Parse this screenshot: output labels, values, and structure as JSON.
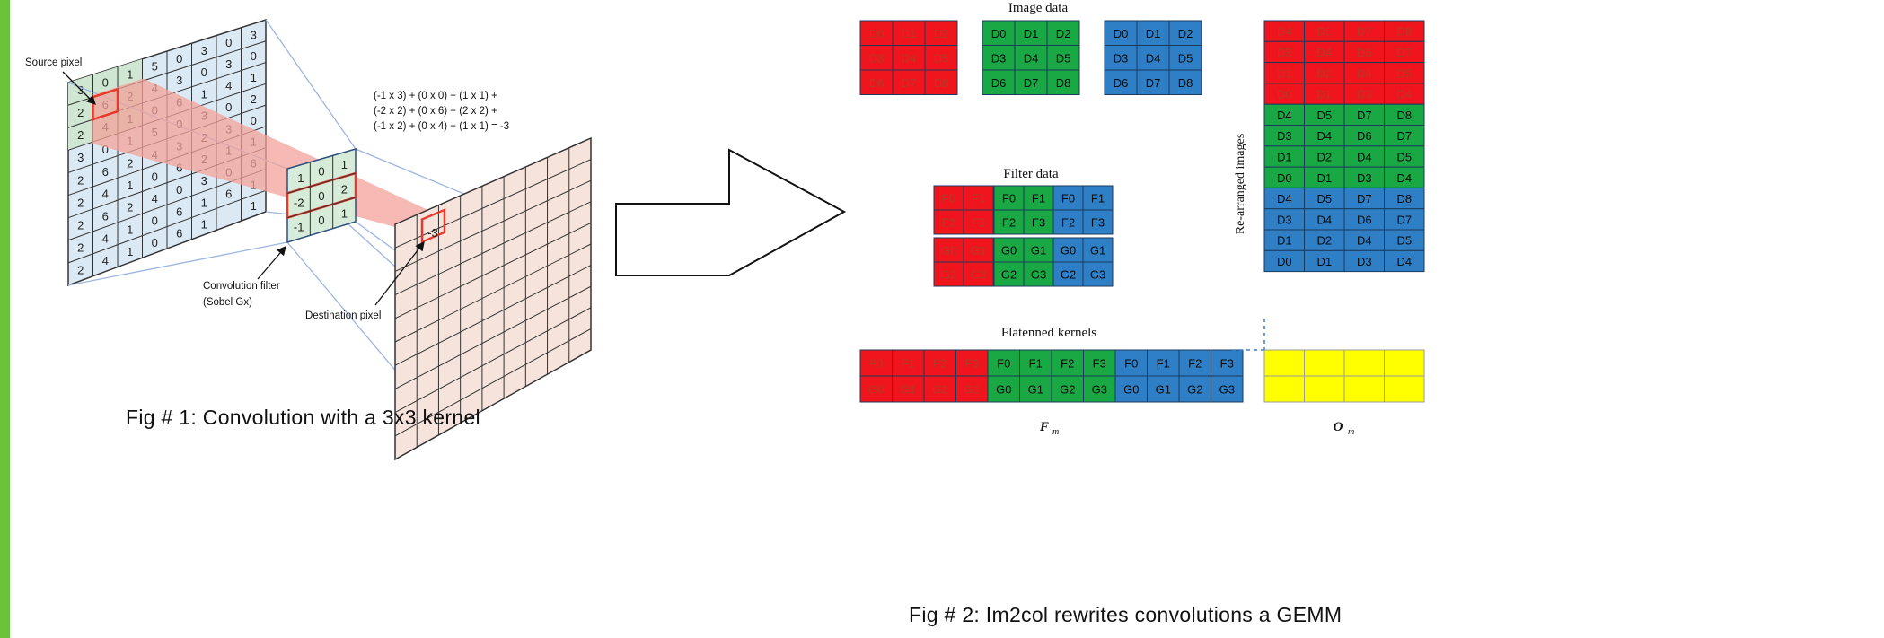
{
  "figure1": {
    "caption": "Fig # 1: Convolution with a 3x3 kernel",
    "source_label": "Source pixel",
    "filter_label_line1": "Convolution filter",
    "filter_label_line2": "(Sobel Gx)",
    "destination_label": "Destination pixel",
    "equation_lines": [
      "(-1 x 3) + (0 x 0) + (1 x 1) +",
      "(-2 x 2) + (0 x 6) + (2 x 2) +",
      "(-1 x 2) + (0 x 4) + (1 x 1)  = -3"
    ],
    "source_grid": [
      [
        "3",
        "0",
        "1",
        "5",
        "0",
        "3",
        "0",
        "3"
      ],
      [
        "2",
        "6",
        "2",
        "4",
        "3",
        "0",
        "3",
        "0"
      ],
      [
        "2",
        "4",
        "1",
        "0",
        "6",
        "1",
        "4",
        "1"
      ],
      [
        "3",
        "0",
        "1",
        "5",
        "0",
        "3",
        "0",
        "2"
      ],
      [
        "2",
        "6",
        "2",
        "4",
        "3",
        "2",
        "3",
        "0"
      ],
      [
        "2",
        "4",
        "1",
        "0",
        "6",
        "2",
        "1",
        "1"
      ],
      [
        "2",
        "6",
        "2",
        "4",
        "0",
        "3",
        "0",
        "6"
      ],
      [
        "2",
        "4",
        "1",
        "0",
        "6",
        "1",
        "6",
        "1"
      ],
      [
        "2",
        "4",
        "1",
        "0",
        "6",
        "1",
        "",
        "1"
      ]
    ],
    "kernel": [
      [
        "-1",
        "0",
        "1"
      ],
      [
        "-2",
        "0",
        "2"
      ],
      [
        "-1",
        "0",
        "1"
      ]
    ],
    "destination_value": "-3",
    "colors": {
      "source_bg": "#dbe9f4",
      "kernel_bg": "#d6ecd9",
      "dest_bg": "#f6e3dc",
      "highlight": "#e53a2d",
      "beam": "#f3a19a",
      "frame": "#9bb6e0"
    }
  },
  "figure2": {
    "caption": "Fig # 2: Im2col rewrites convolutions a GEMM",
    "image_data_title": "Image data",
    "filter_data_title": "Filter data",
    "flattened_title": "Flatenned kernels",
    "rearranged_label": "Re-arranged images",
    "fm_label": "F",
    "fm_sub": "m",
    "om_label": "O",
    "om_sub": "m",
    "image_block": [
      [
        "D0",
        "D1",
        "D2"
      ],
      [
        "D3",
        "D4",
        "D5"
      ],
      [
        "D6",
        "D7",
        "D8"
      ]
    ],
    "filter_f": [
      [
        "F0",
        "F1"
      ],
      [
        "F2",
        "F3"
      ]
    ],
    "filter_g": [
      [
        "G0",
        "G1"
      ],
      [
        "G2",
        "G3"
      ]
    ],
    "flat_row1": [
      "F0",
      "F1",
      "F2",
      "F3"
    ],
    "flat_row2": [
      "G0",
      "G1",
      "G2",
      "G3"
    ],
    "rearranged_rows": [
      [
        "D4",
        "D5",
        "D7",
        "D8"
      ],
      [
        "D3",
        "D4",
        "D6",
        "D7"
      ],
      [
        "D1",
        "D2",
        "D4",
        "D5"
      ],
      [
        "D0",
        "D1",
        "D3",
        "D4"
      ]
    ],
    "colors": {
      "red": "#f0141c",
      "green": "#1aa845",
      "blue": "#2f7fc6",
      "yellow": "#ffff00",
      "red_text": "#b23a2a",
      "light_text": "#ffffff",
      "dark_text": "#0b0b0b"
    }
  }
}
